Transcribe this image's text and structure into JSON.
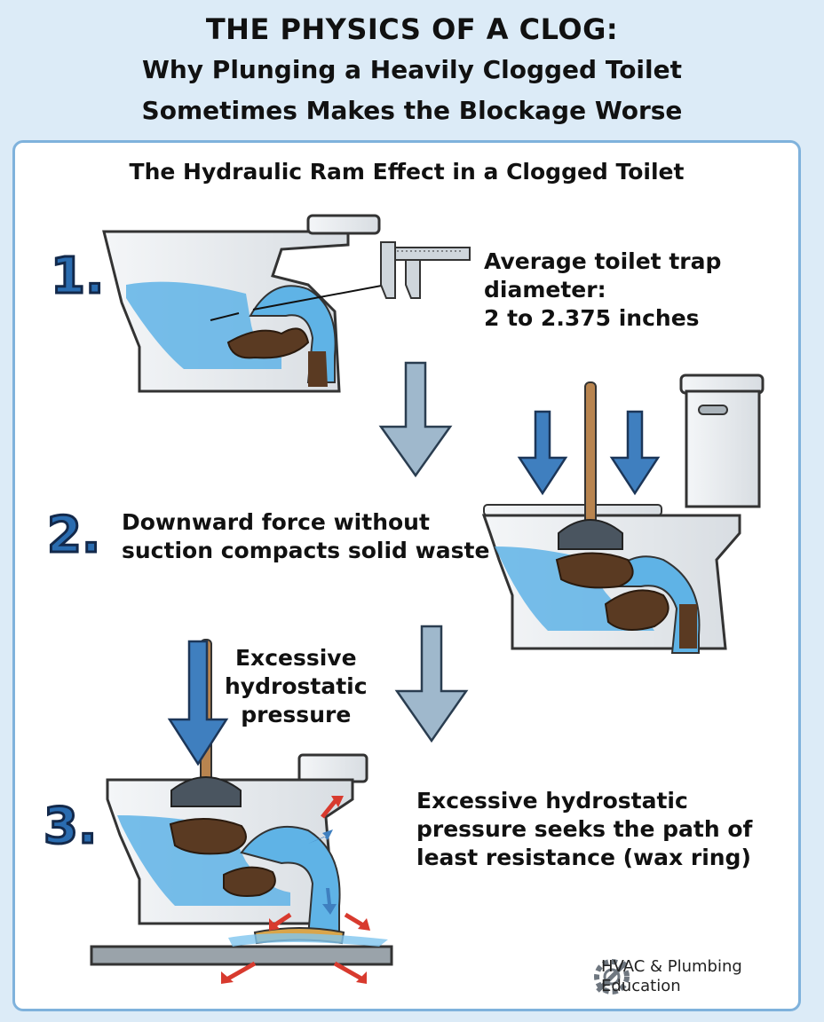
{
  "header": {
    "title_line1": "THE PHYSICS OF A CLOG:",
    "title_line2": "Why Plunging a Heavily Clogged Toilet",
    "title_line3": "Sometimes Makes the Blockage Worse"
  },
  "panel": {
    "subtitle": "The Hydraulic Ram Effect in a Clogged Toilet"
  },
  "steps": [
    {
      "number": "1.",
      "line1": "Average toilet trap",
      "line2": "diameter:",
      "line3": "2 to 2.375 inches"
    },
    {
      "number": "2.",
      "line1": "Downward force without",
      "line2": "suction compacts solid waste"
    },
    {
      "number": "3.",
      "line1": "Excessive hydrostatic",
      "line2": "pressure seeks the path of",
      "line3": "least resistance (wax ring)",
      "callout_line1": "Excessive",
      "callout_line2": "hydrostatic",
      "callout_line3": "pressure"
    }
  ],
  "brand": {
    "line1": "HVAC & Plumbing",
    "line2": "Education",
    "icon": "gear-wrench-icon"
  },
  "colors": {
    "background": "#dcebf7",
    "panel_border": "#7fb2dc",
    "water": "#5fb3e6",
    "arrow_blue": "#3f7fbf",
    "arrow_gray": "#9fb8cc",
    "waste": "#5a3a22",
    "red_arrow": "#d83a2e"
  }
}
